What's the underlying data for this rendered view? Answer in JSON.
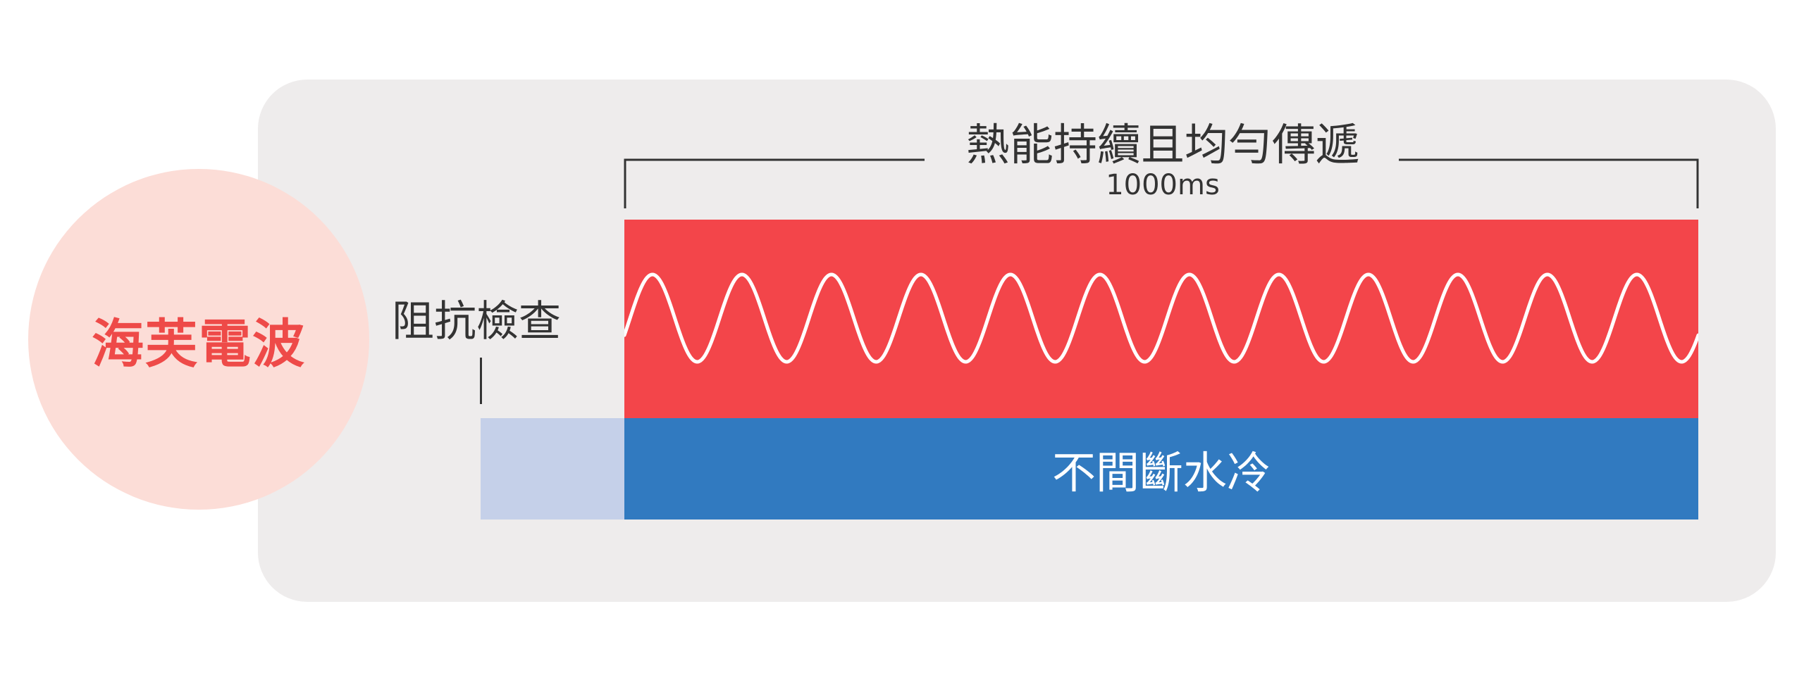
{
  "circle": {
    "label": "海芙電波"
  },
  "impedance": {
    "label": "阻抗檢查"
  },
  "heat": {
    "title": "熱能持續且均勻傳遞",
    "duration": "1000ms",
    "wave_cycles": 12
  },
  "cooling": {
    "label": "不間斷水冷"
  },
  "colors": {
    "panel": "#eeecec",
    "circle": "#fcddd7",
    "circle_text": "#ee4a48",
    "heat": "#f3454a",
    "cooling": "#317ac0",
    "impedance_bar": "#c5d0e9",
    "wave": "#ffffff"
  }
}
